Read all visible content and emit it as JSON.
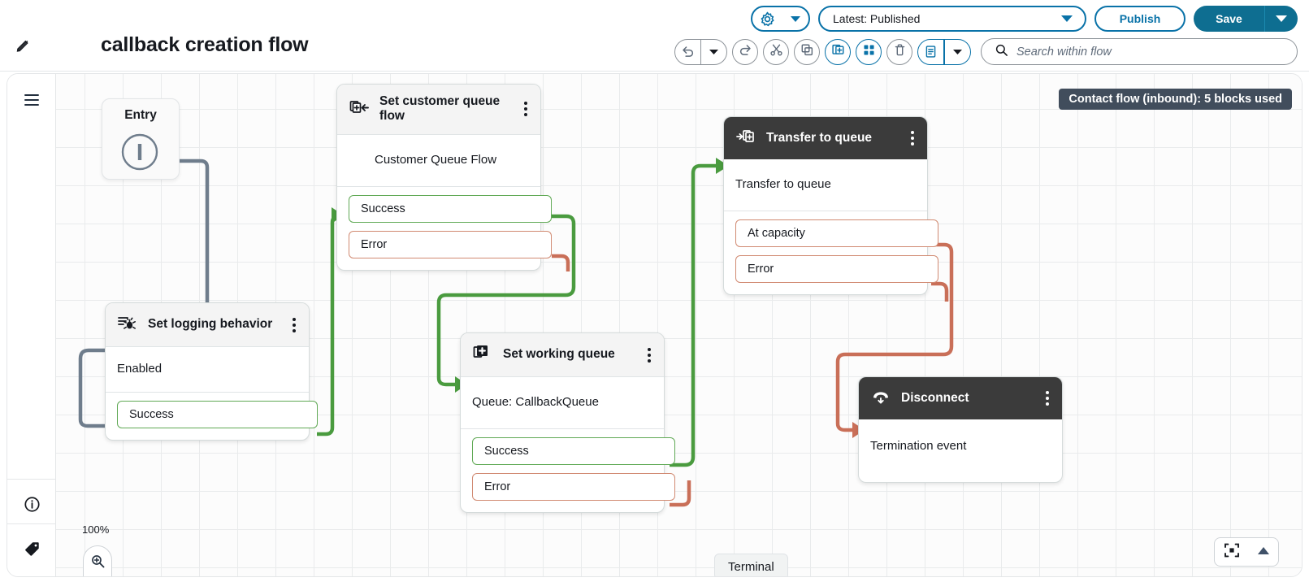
{
  "header": {
    "edit_icon": "pencil-icon",
    "redacted_label": "",
    "title": "callback creation flow",
    "settings_icon": "gear-icon",
    "settings_caret": "chevron-down-icon",
    "version_value": "Latest: Published",
    "version_caret": "chevron-down-icon",
    "publish_label": "Publish",
    "save_label": "Save",
    "save_caret": "chevron-down-icon"
  },
  "toolbar": {
    "items": [
      {
        "name": "undo-button",
        "icon": "undo-icon",
        "accent": "#8d9399"
      },
      {
        "name": "undo-dropdown-button",
        "icon": "chevron-down-icon",
        "accent": "#8d9399"
      },
      {
        "name": "redo-button",
        "icon": "redo-icon",
        "accent": "#8d9399"
      },
      {
        "name": "cut-button",
        "icon": "scissors-icon",
        "accent": "#8d9399"
      },
      {
        "name": "copy-button",
        "icon": "copy-icon",
        "accent": "#8d9399"
      },
      {
        "name": "add-block-button",
        "icon": "add-block-icon",
        "accent": "#0972a8"
      },
      {
        "name": "blocks-library-button",
        "icon": "grid-blocks-icon",
        "accent": "#0972a8"
      },
      {
        "name": "delete-button",
        "icon": "trash-icon",
        "accent": "#8d9399"
      },
      {
        "name": "notes-button",
        "icon": "document-icon",
        "accent": "#0972a8"
      },
      {
        "name": "notes-dropdown-button",
        "icon": "chevron-down-icon",
        "accent": "#0972a8"
      }
    ],
    "search_placeholder": "Search within flow",
    "search_value": "",
    "search_icon": "search-icon"
  },
  "canvas": {
    "badge": "Contact flow (inbound): 5 blocks used",
    "zoom_level": "100%",
    "zoom_in_icon": "zoom-in-icon",
    "zoom_out_icon": "zoom-out-icon",
    "fit_icon": "fit-to-screen-icon",
    "collapse_icon": "triangle-up-icon",
    "terminal_label": "Terminal",
    "rail": {
      "menu_icon": "hamburger-menu-icon",
      "info_icon": "info-circle-icon",
      "tag_icon": "tag-icon"
    }
  },
  "entry": {
    "label": "Entry",
    "icon": "entry-circle-icon"
  },
  "nodes": [
    {
      "name": "set-logging-behavior",
      "title": "Set logging behavior",
      "icon": "set-logging-behavior-icon",
      "header_style": "light",
      "body": "Enabled",
      "branches": [
        {
          "label": "Success",
          "kind": "ok"
        }
      ]
    },
    {
      "name": "set-customer-queue-flow",
      "title": "Set customer queue flow",
      "icon": "set-customer-queue-flow-icon",
      "header_style": "light",
      "body": "Customer Queue Flow",
      "branches": [
        {
          "label": "Success",
          "kind": "ok"
        },
        {
          "label": "Error",
          "kind": "err"
        }
      ]
    },
    {
      "name": "set-working-queue",
      "title": "Set working queue",
      "icon": "set-working-queue-icon",
      "header_style": "light",
      "body": "Queue: CallbackQueue",
      "branches": [
        {
          "label": "Success",
          "kind": "ok"
        },
        {
          "label": "Error",
          "kind": "err"
        }
      ]
    },
    {
      "name": "transfer-to-queue",
      "title": "Transfer to queue",
      "icon": "transfer-to-queue-icon",
      "header_style": "dark",
      "body": "Transfer to queue",
      "branches": [
        {
          "label": "At capacity",
          "kind": "err"
        },
        {
          "label": "Error",
          "kind": "err"
        }
      ]
    },
    {
      "name": "disconnect",
      "title": "Disconnect",
      "icon": "disconnect-icon",
      "header_style": "dark",
      "body": "Termination event",
      "branches": []
    }
  ],
  "colors": {
    "accent_blue": "#0972a8",
    "save_blue": "#0e6e91",
    "success_green": "#60a955",
    "error_red": "#d18a72",
    "entry_wire": "#6f7d8c",
    "badge_bg": "#414d5c",
    "dark_header": "#3b3b3b"
  }
}
